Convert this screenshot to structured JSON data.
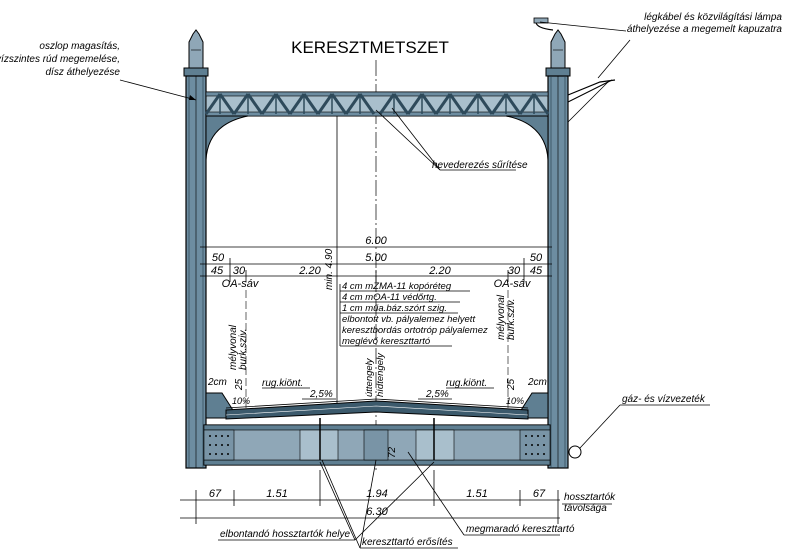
{
  "title": "KERESZTMETSZET",
  "callouts": {
    "top_left_1": "oszlop magasítás,",
    "top_left_2": "vízszintes rúd megemelése,",
    "top_left_3": "dísz áthelyezése",
    "top_right_1": "légkábel és közvilágítási lámpa",
    "top_right_2": "áthelyezése a megemelt kapuzatra",
    "hevederezes": "hevederezés sűrítése",
    "gaz": "gáz- és vízvezeték",
    "elbontando": "elbontandó hossztartók helye",
    "erosites": "kereszttartó erősítés",
    "megmarado": "megmaradó kereszttartó",
    "hossztartok_1": "hossztartók",
    "hossztartok_2": "távolsága"
  },
  "dimensions": {
    "clear_height": "min. 4.90",
    "top_600": "6.00",
    "d50_left": "50",
    "d500": "5.00",
    "d50_right": "50",
    "d45_left": "45",
    "d30_left": "30",
    "d220_left": "2.20",
    "d220_right": "2.20",
    "d30_right": "30",
    "d45_right": "45",
    "b67_left": "67",
    "b151_left": "1.51",
    "b194": "1.94",
    "b151_right": "1.51",
    "b67_right": "67",
    "b630": "6.30",
    "girder_depth": "72"
  },
  "labels": {
    "oa_sav_left": "OA-sáv",
    "oa_sav_right": "OA-sáv",
    "melyvonal_left_1": "mélyvonal",
    "melyvonal_left_2": "burk.sziv.",
    "melyvonal_right_1": "mélyvonal",
    "melyvonal_right_2": "burk.sziv.",
    "layer_1": "4  cm  mZMA-11  kopóréteg",
    "layer_2": "4  cm  mOA-11  védőrtg.",
    "layer_3": "1  cm  műa.báz.szórt  szig.",
    "layer_4": "elbontott  vb.  pályalemez  helyett",
    "layer_5": "keresztbordás  ortotróp  pályalemez",
    "layer_6": "meglévő  kereszttartó",
    "uttengely": "úttengely",
    "hidtengely": "hídtengely",
    "rug_left": "rug.kiönt.",
    "rug_right": "rug.kiönt.",
    "slope_left": "2,5%",
    "slope_right": "2,5%",
    "cm2_left": "2cm",
    "cm2_right": "2cm",
    "d25_left": "25",
    "d25_right": "25",
    "pct10_left": "10%",
    "pct10_right": "10%"
  }
}
